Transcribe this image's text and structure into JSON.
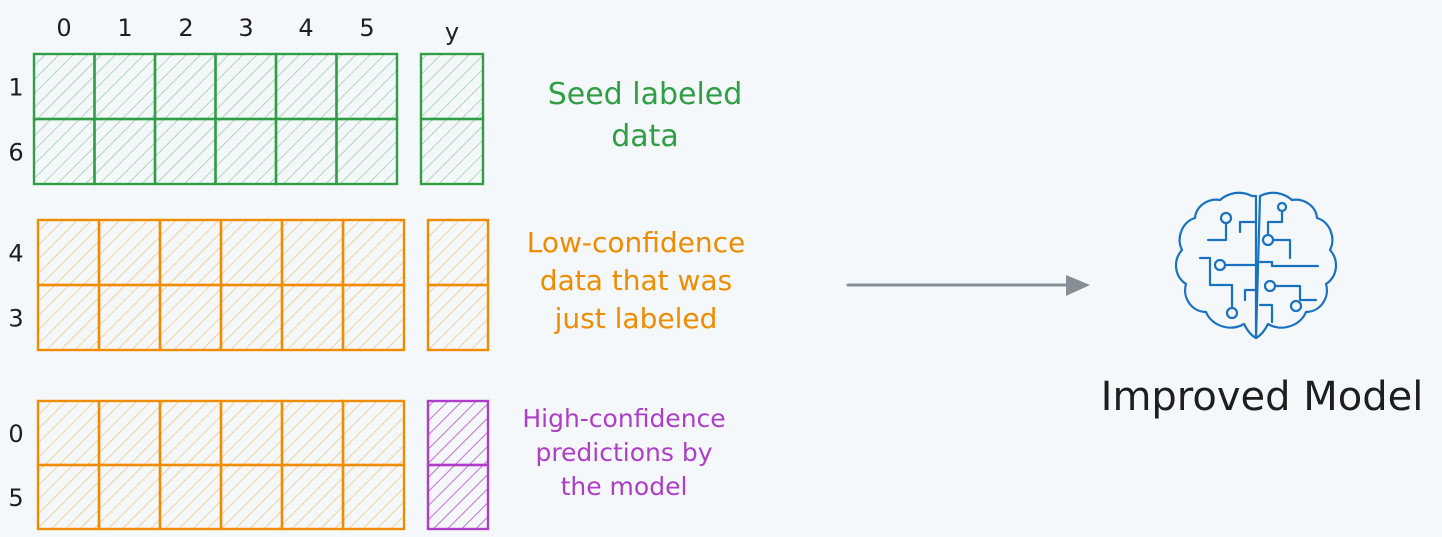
{
  "columns": {
    "headers": [
      "0",
      "1",
      "2",
      "3",
      "4",
      "5"
    ],
    "target_header": "y"
  },
  "groups": [
    {
      "key": "seed",
      "row_labels": [
        "1",
        "6"
      ],
      "grid_color": "#2f9e44",
      "fill_color": "#b2f2bb",
      "target_color": "#2f9e44",
      "target_fill": "#b2f2bb",
      "caption": [
        "Seed labeled",
        "data"
      ],
      "caption_color": "#2f9e44"
    },
    {
      "key": "low",
      "row_labels": [
        "4",
        "3"
      ],
      "grid_color": "#f08c00",
      "fill_color": "#ffec99",
      "target_color": "#f08c00",
      "target_fill": "#ffec99",
      "caption": [
        "Low-confidence",
        "data that was",
        "just labeled"
      ],
      "caption_color": "#f08c00"
    },
    {
      "key": "high",
      "row_labels": [
        "0",
        "5"
      ],
      "grid_color": "#f08c00",
      "fill_color": "#ffec99",
      "target_color": "#ae3ec9",
      "target_fill": "#ae3ec9",
      "caption": [
        "High-confidence",
        "predictions by",
        "the model"
      ],
      "caption_color": "#ae3ec9"
    }
  ],
  "arrow_color": "#868e96",
  "model": {
    "label": "Improved Model",
    "icon": "brain-circuit-icon",
    "icon_color": "#1971c2",
    "label_color": "#1e1e1e"
  }
}
